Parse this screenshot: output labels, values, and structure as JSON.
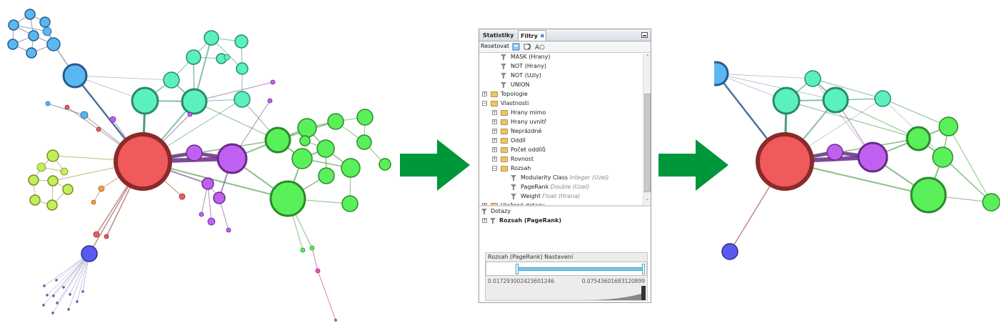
{
  "panel": {
    "tab_statistics": "Statistiky",
    "tab_filters": "Filtry",
    "tab_close": "✖",
    "reset_label": "Resetovat",
    "tree": [
      {
        "label": "MASK (Hrany)",
        "icon": "funnel-icon"
      },
      {
        "label": "NOT (Hrany)",
        "icon": "funnel-icon"
      },
      {
        "label": "NOT (Uzly)",
        "icon": "funnel-icon"
      },
      {
        "label": "UNION",
        "icon": "funnel-icon"
      },
      {
        "label": "Topologie",
        "icon": "folder-icon"
      },
      {
        "label": "Vlastnosti",
        "icon": "folder-icon"
      },
      {
        "label": "Hrany mimo",
        "icon": "folder-icon"
      },
      {
        "label": "Hrany uvnitř",
        "icon": "folder-icon"
      },
      {
        "label": "Neprázdné",
        "icon": "folder-icon"
      },
      {
        "label": "Oddíl",
        "icon": "folder-icon"
      },
      {
        "label": "Počet oddílů",
        "icon": "folder-icon"
      },
      {
        "label": "Rovnost",
        "icon": "folder-icon"
      },
      {
        "label": "Rozsah",
        "icon": "folder-icon"
      },
      {
        "label": "Modularity Class",
        "type": "Integer (Uzel)",
        "icon": "funnel-icon"
      },
      {
        "label": "PageRank",
        "type": "Double (Uzel)",
        "icon": "funnel-icon"
      },
      {
        "label": "Weight",
        "type": "Float (Hrana)",
        "icon": "funnel-icon"
      },
      {
        "label": "Uložené dotazy",
        "icon": "folder-icon"
      }
    ],
    "queries_label": "Dotazy",
    "query_item": "Rozsah (PageRank)",
    "settings_title": "Rozsah (PageRank) Nastavení",
    "range_min": "0.017293002423601246",
    "range_max": "0.07543601683120899"
  },
  "colors": {
    "red": "#f05a5a",
    "purple": "#c060f0",
    "teal": "#5af0c0",
    "green": "#5af05a",
    "blue": "#5ab8f0",
    "yellowgreen": "#c0f05a",
    "navy": "#5a5af0",
    "arrow": "#00963a"
  }
}
